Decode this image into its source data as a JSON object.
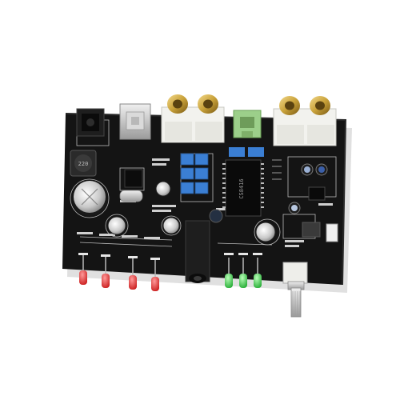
{
  "scene": {
    "subject": "audio-dac-circuit-board",
    "background_color": "#ffffff",
    "board_color": "#141414",
    "silkscreen_color": "#e6e6e6"
  },
  "labels": {
    "inductor_marking": "220",
    "chip_marking": "CS8416"
  },
  "colors": {
    "rca_gold": "#c9a23a",
    "rca_housing": "#f2f2ee",
    "optical_green": "#9ccf8a",
    "trimmer_blue": "#3b7fd4",
    "led_red": "#e22a2a",
    "led_green": "#37c84a",
    "usb_metal": "#cfcfcf",
    "dc_jack": "#1e1e1e"
  },
  "counts": {
    "rca_jacks": 4,
    "red_leds": 4,
    "green_leds": 3
  }
}
